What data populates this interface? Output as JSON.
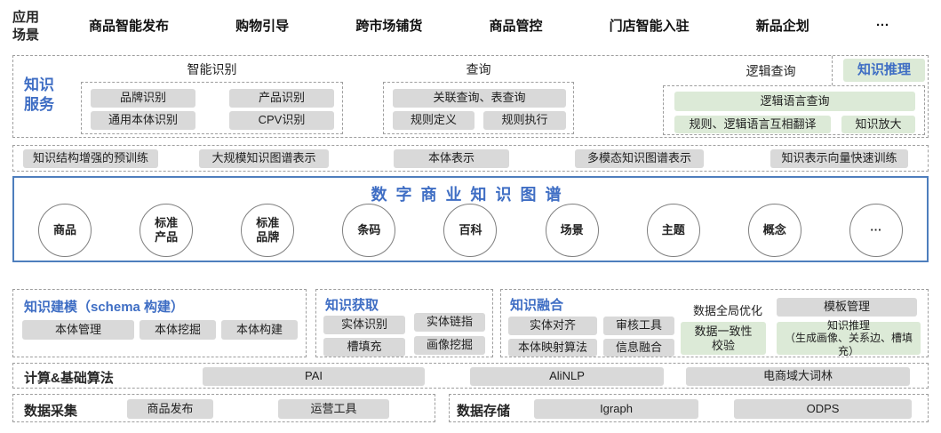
{
  "colors": {
    "accent_blue": "#3f6ec4",
    "gray_button": "#d9d9d9",
    "green_button": "#dcead7",
    "dashed_border": "#9e9e9e",
    "graph_border_blue": "#4e7ebd"
  },
  "scenarios": {
    "label": "应用\n场景",
    "items": [
      "商品智能发布",
      "购物引导",
      "跨市场铺货",
      "商品管控",
      "门店智能入驻",
      "新品企划",
      "···"
    ]
  },
  "services": {
    "label": "知识\n服务",
    "recognition": {
      "title": "智能识别",
      "buttons": [
        "品牌识别",
        "产品识别",
        "通用本体识别",
        "CPV识别"
      ]
    },
    "query": {
      "title": "查询",
      "wide": "关联查询、表查询",
      "buttons": [
        "规则定义",
        "规则执行"
      ]
    },
    "logic": {
      "title": "逻辑查询",
      "badge": "知识推理",
      "wide": "逻辑语言查询",
      "buttons": [
        "规则、逻辑语言互相翻译",
        "知识放大"
      ]
    }
  },
  "representation": {
    "items": [
      "知识结构增强的预训练",
      "大规模知识图谱表示",
      "本体表示",
      "多模态知识图谱表示",
      "知识表示向量快速训练"
    ]
  },
  "graph": {
    "title": "数字商业知识图谱",
    "nodes": [
      "商品",
      "标准\n产品",
      "标准\n品牌",
      "条码",
      "百科",
      "场景",
      "主题",
      "概念",
      "···"
    ]
  },
  "modeling": {
    "title": "知识建模（schema 构建）",
    "buttons": [
      "本体管理",
      "本体挖掘",
      "本体构建"
    ]
  },
  "acquisition": {
    "title": "知识获取",
    "buttons": [
      "实体识别",
      "实体链指",
      "槽填充",
      "画像挖掘"
    ]
  },
  "fusion": {
    "title": "知识融合",
    "buttons": [
      "实体对齐",
      "审核工具",
      "本体映射算法",
      "信息融合"
    ],
    "optimize_label": "数据全局优化",
    "template_button": "模板管理",
    "consistency_button": "数据一致性\n校验",
    "reasoning_button": "知识推理\n（生成画像、关系边、槽填充）"
  },
  "compute": {
    "title": "计算&基础算法",
    "buttons": [
      "PAI",
      "AliNLP",
      "电商域大词林"
    ]
  },
  "collection": {
    "title": "数据采集",
    "buttons": [
      "商品发布",
      "运营工具"
    ]
  },
  "storage": {
    "title": "数据存储",
    "buttons": [
      "Igraph",
      "ODPS"
    ]
  }
}
